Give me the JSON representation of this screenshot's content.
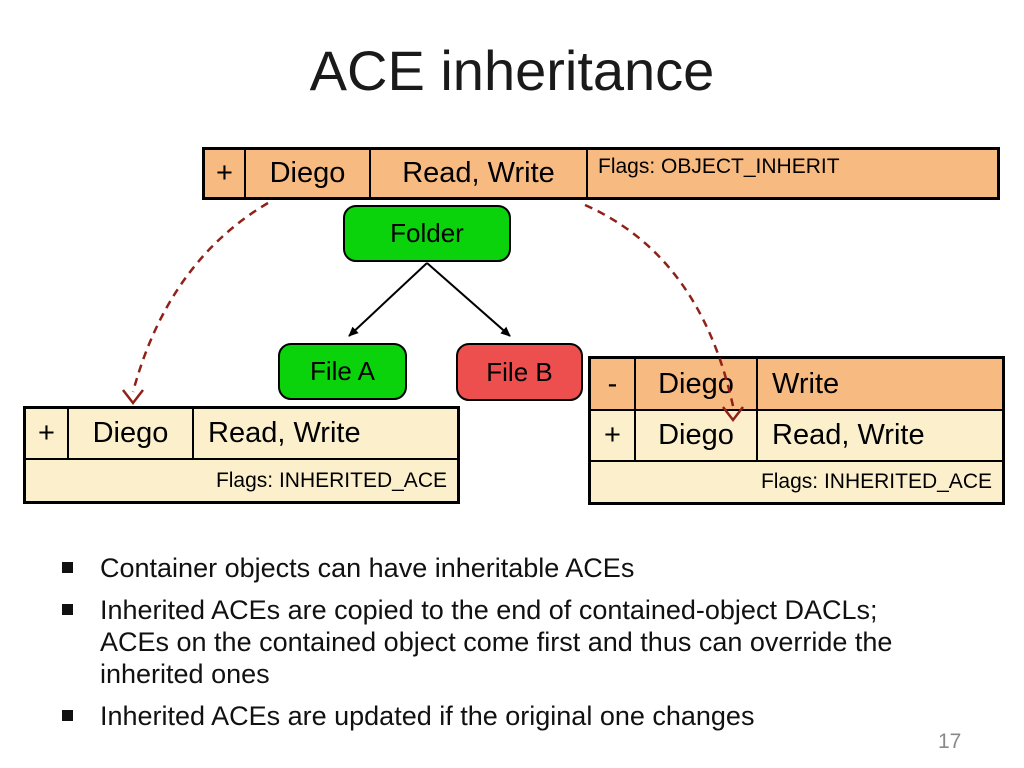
{
  "slide": {
    "title": "ACE inheritance",
    "page_number": "17"
  },
  "colors": {
    "ace_orange": "#F7BA80",
    "ace_cream": "#FCF0CC",
    "node_green": "#0BD30B",
    "node_red": "#ED4E4E",
    "inherit_arrow_red": "#8F2119",
    "text_black": "#000000",
    "page_number_gray": "#8A8A8A"
  },
  "top_ace": {
    "sign": "+",
    "user": "Diego",
    "rights": "Read, Write",
    "flags": "Flags: OBJECT_INHERIT"
  },
  "tree": {
    "folder": "Folder",
    "file_a": "File A",
    "file_b": "File B"
  },
  "left_ace": {
    "rows": [
      {
        "sign": "+",
        "user": "Diego",
        "rights": "Read, Write"
      }
    ],
    "flags": "Flags: INHERITED_ACE"
  },
  "right_ace": {
    "rows": [
      {
        "sign": "-",
        "user": "Diego",
        "rights": "Write"
      },
      {
        "sign": "+",
        "user": "Diego",
        "rights": "Read, Write"
      }
    ],
    "flags": "Flags: INHERITED_ACE"
  },
  "bullets": [
    "Container objects can have inheritable ACEs",
    "Inherited ACEs are copied to the end of contained-object DACLs; ACEs on the contained object come first and thus can override the inherited ones",
    "Inherited ACEs are updated if the original one changes"
  ]
}
